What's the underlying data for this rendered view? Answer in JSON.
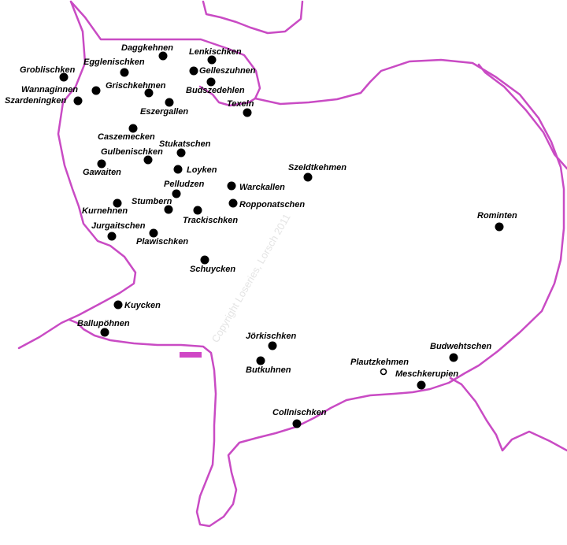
{
  "watermark": "Copyright Loseries, Lorsch 2011",
  "border_color": "#c94bc4",
  "places": [
    {
      "id": "daggkehnen",
      "name": "Daggkehnen",
      "type": "filled"
    },
    {
      "id": "lenkischken",
      "name": "Lenkischken",
      "type": "filled"
    },
    {
      "id": "groblischken",
      "name": "Groblischken",
      "type": "filled"
    },
    {
      "id": "egglenischken",
      "name": "Egglenischken",
      "type": "filled"
    },
    {
      "id": "gelleszuhnen",
      "name": "Gelleszuhnen",
      "type": "filled"
    },
    {
      "id": "wannaginnen",
      "name": "Wannaginnen",
      "type": "filled"
    },
    {
      "id": "grischkehmen",
      "name": "Grischkehmen",
      "type": "filled"
    },
    {
      "id": "budszedehlen",
      "name": "Budszedehlen",
      "type": "filled"
    },
    {
      "id": "szardeningken",
      "name": "Szardeningken",
      "type": "filled"
    },
    {
      "id": "texeln",
      "name": "Texeln",
      "type": "filled"
    },
    {
      "id": "eszergallen",
      "name": "Eszergallen",
      "type": "filled"
    },
    {
      "id": "caszemecken",
      "name": "Caszemecken",
      "type": "filled"
    },
    {
      "id": "stukatschen",
      "name": "Stukatschen",
      "type": "filled"
    },
    {
      "id": "gulbenischken",
      "name": "Gulbenischken",
      "type": "filled"
    },
    {
      "id": "gawaiten",
      "name": "Gawaiten",
      "type": "filled"
    },
    {
      "id": "loyken",
      "name": "Loyken",
      "type": "filled"
    },
    {
      "id": "szeldtkehmen",
      "name": "Szeldtkehmen",
      "type": "filled"
    },
    {
      "id": "pelludzen",
      "name": "Pelludzen",
      "type": "filled"
    },
    {
      "id": "warckallen",
      "name": "Warckallen",
      "type": "filled"
    },
    {
      "id": "stumbern",
      "name": "Stumbern",
      "type": "filled"
    },
    {
      "id": "kurnehnen",
      "name": "Kurnehnen",
      "type": "filled"
    },
    {
      "id": "ropponatschen",
      "name": "Ropponatschen",
      "type": "filled"
    },
    {
      "id": "trackischken",
      "name": "Trackischken",
      "type": "filled"
    },
    {
      "id": "rominten",
      "name": "Rominten",
      "type": "filled"
    },
    {
      "id": "jurgaitschen",
      "name": "Jurgaitschen",
      "type": "filled"
    },
    {
      "id": "plawischken",
      "name": "Plawischken",
      "type": "filled"
    },
    {
      "id": "schuycken",
      "name": "Schuycken",
      "type": "filled"
    },
    {
      "id": "kuycken",
      "name": "Kuycken",
      "type": "filled"
    },
    {
      "id": "ballupohnen",
      "name": "Ballupöhnen",
      "type": "filled"
    },
    {
      "id": "jorkischken",
      "name": "Jörkischken",
      "type": "filled"
    },
    {
      "id": "budwehtschen",
      "name": "Budwehtschen",
      "type": "filled"
    },
    {
      "id": "butkuhnen",
      "name": "Butkuhnen",
      "type": "filled"
    },
    {
      "id": "plautzkehmen",
      "name": "Plautzkehmen",
      "type": "hollow"
    },
    {
      "id": "meschkerupien",
      "name": "Meschkerupien",
      "type": "filled"
    },
    {
      "id": "collnischken",
      "name": "Collnischken",
      "type": "filled"
    }
  ]
}
